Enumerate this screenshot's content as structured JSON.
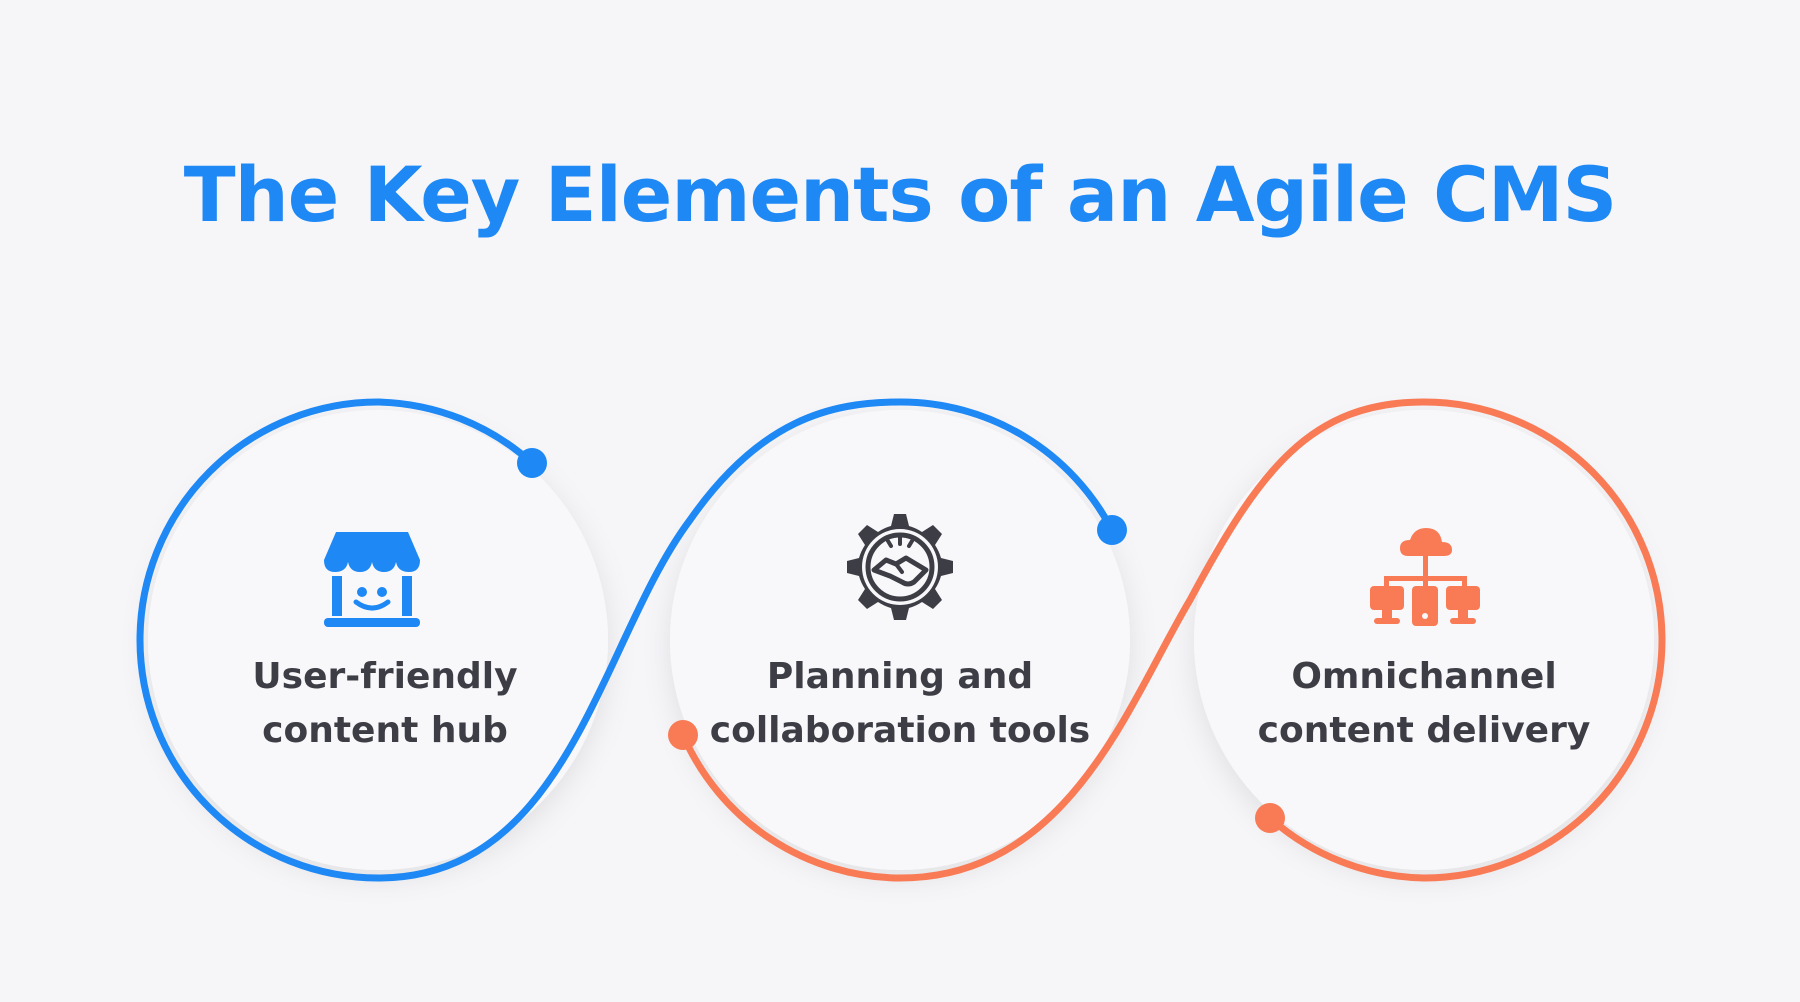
{
  "title": "The Key Elements of an Agile CMS",
  "colors": {
    "blue": "#1e88f5",
    "orange": "#f97b55",
    "dark": "#3d3d45",
    "background": "#f6f6f9"
  },
  "elements": [
    {
      "icon": "storefront-icon",
      "accent": "#1e88f5",
      "line1": "User-friendly",
      "line2": "content hub"
    },
    {
      "icon": "handshake-gear-icon",
      "accent": "#3d3d45",
      "line1": "Planning and",
      "line2": "collaboration tools"
    },
    {
      "icon": "cloud-network-icon",
      "accent": "#f97b55",
      "line1": "Omnichannel",
      "line2": "content delivery"
    }
  ]
}
